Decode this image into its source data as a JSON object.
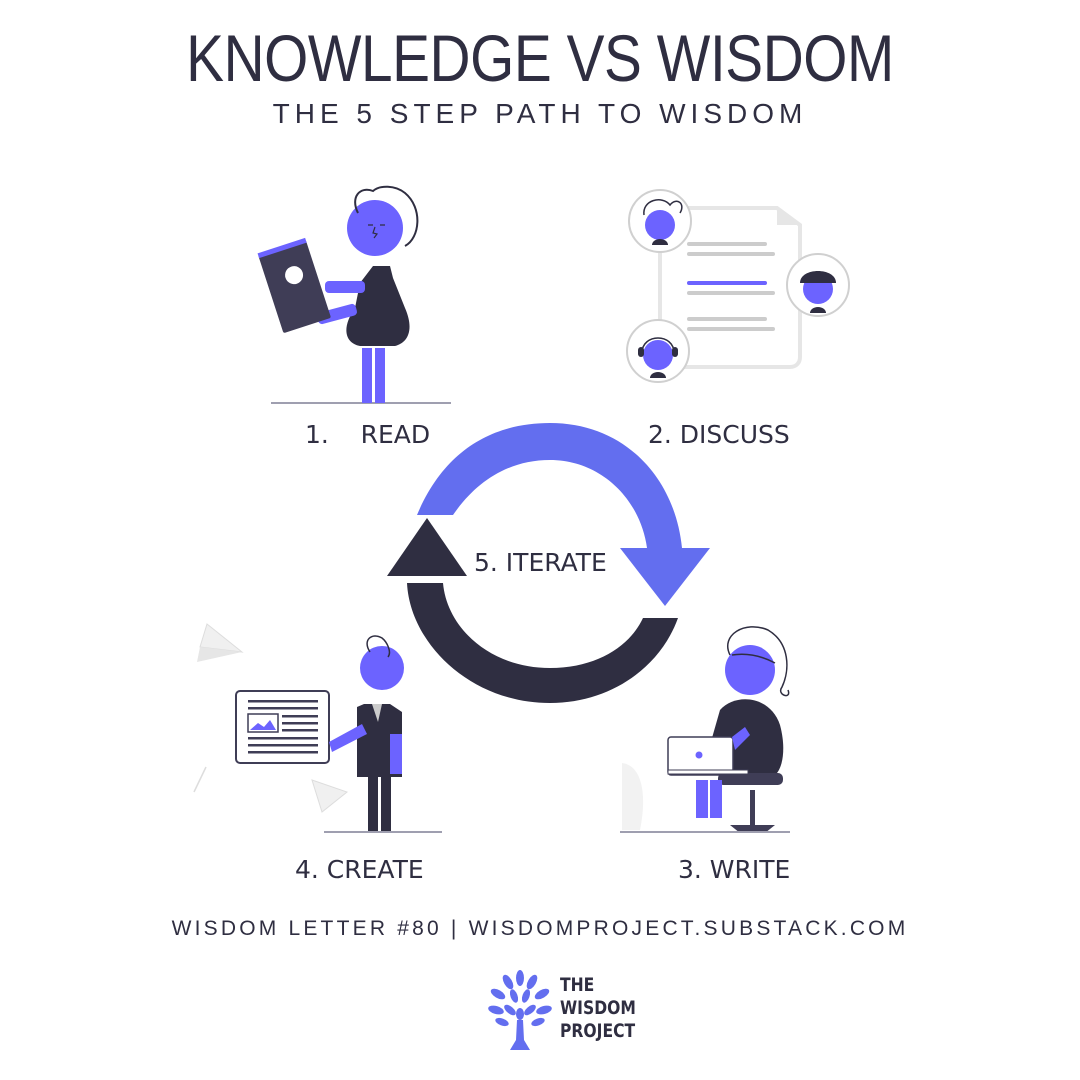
{
  "header": {
    "title": "KNOWLEDGE VS WISDOM",
    "subtitle": "THE 5 STEP PATH TO WISDOM"
  },
  "steps": [
    {
      "label": "1.    READ",
      "illustration": "person-reading-book"
    },
    {
      "label": "2. DISCUSS",
      "illustration": "avatars-around-document"
    },
    {
      "label": "3. WRITE",
      "illustration": "person-with-laptop-on-chair"
    },
    {
      "label": "4. CREATE",
      "illustration": "person-presenting-document"
    },
    {
      "label": "5. ITERATE",
      "illustration": "cycle-arrows"
    }
  ],
  "footer": {
    "text": "WISDOM LETTER #80 | WISDOMPROJECT.SUBSTACK.COM"
  },
  "logo": {
    "line1": "THE",
    "line2": "WISDOM",
    "line3": "PROJECT",
    "icon": "tree-icon"
  },
  "colors": {
    "accent": "#6c63ff",
    "arrow_blue": "#636eef",
    "dark": "#2f2e41",
    "light_gray": "#e6e6e6"
  }
}
